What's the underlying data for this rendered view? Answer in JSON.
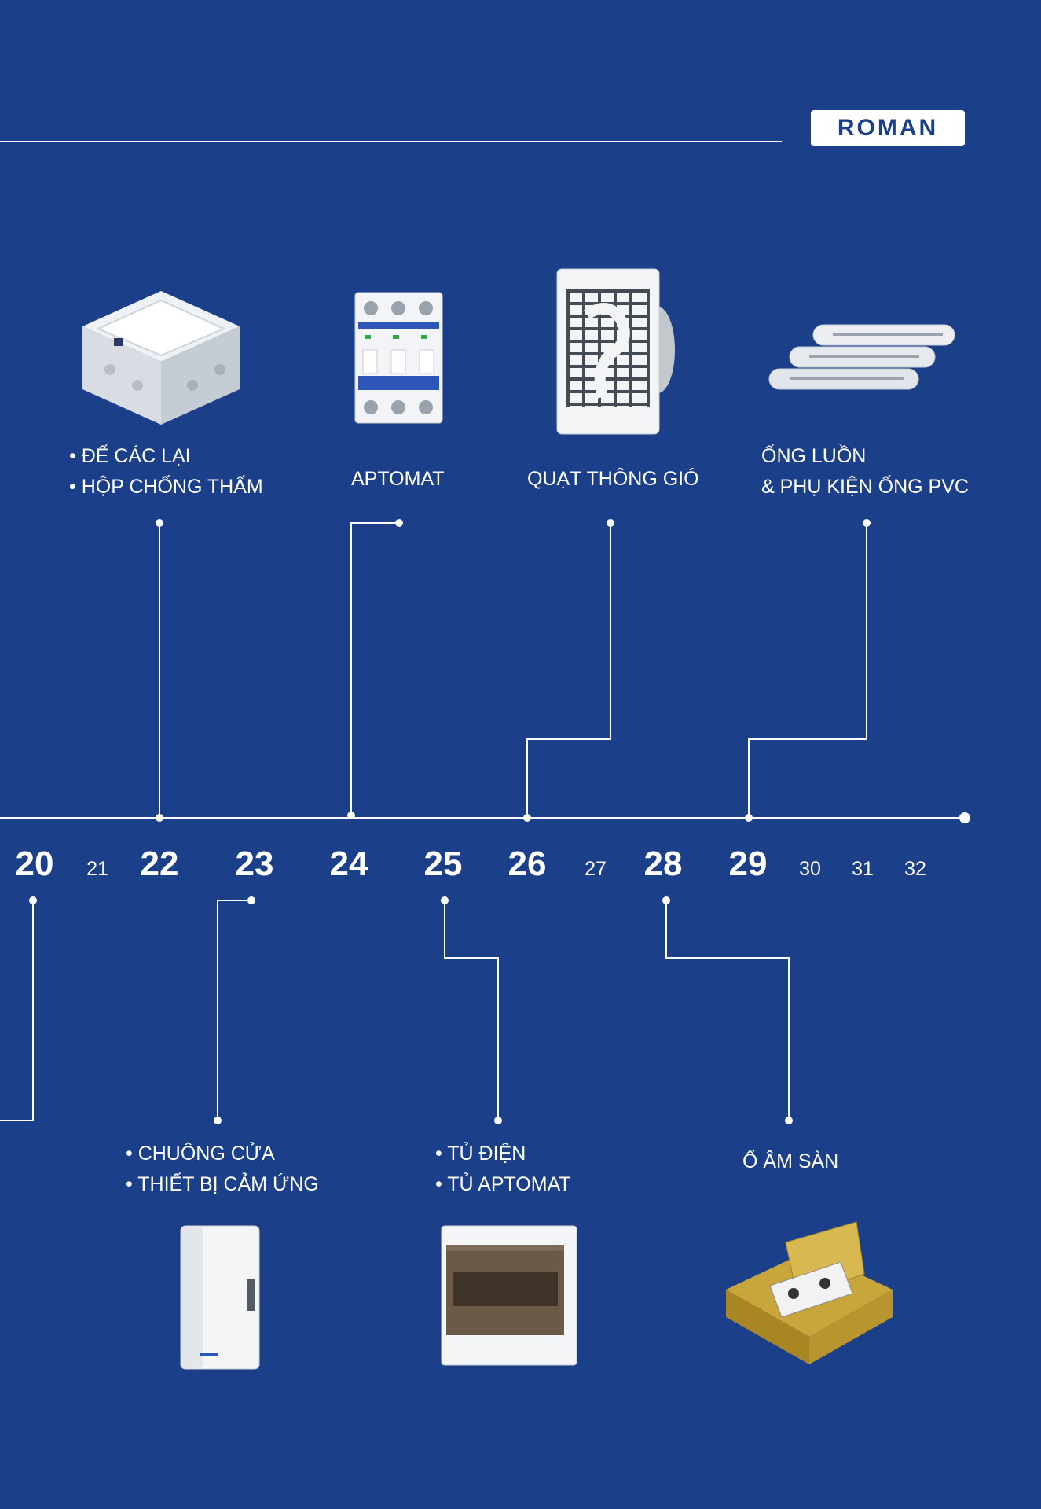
{
  "brand": {
    "logo_text": "ROMAN"
  },
  "colors": {
    "background": "#1c3f8a",
    "line": "#ffffff",
    "accent": "#ffffff"
  },
  "years": [
    {
      "label": "20",
      "major": true
    },
    {
      "label": "21",
      "major": false
    },
    {
      "label": "22",
      "major": true
    },
    {
      "label": "23",
      "major": true
    },
    {
      "label": "24",
      "major": true
    },
    {
      "label": "25",
      "major": true
    },
    {
      "label": "26",
      "major": true
    },
    {
      "label": "27",
      "major": false
    },
    {
      "label": "28",
      "major": true
    },
    {
      "label": "29",
      "major": true
    },
    {
      "label": "30",
      "major": false
    },
    {
      "label": "31",
      "major": false
    },
    {
      "label": "32",
      "major": false
    }
  ],
  "top_products": [
    {
      "lines": [
        "• ĐẾ CÁC LẠI",
        "• HỘP CHỐNG THẤM"
      ],
      "year": "22",
      "icon": "junction-box-icon"
    },
    {
      "lines": [
        "APTOMAT"
      ],
      "year": "24",
      "icon": "circuit-breaker-icon"
    },
    {
      "lines": [
        "QUẠT THÔNG GIÓ"
      ],
      "year": "26",
      "icon": "ventilation-fan-icon"
    },
    {
      "lines": [
        "ỐNG LUỒN",
        "& PHỤ KIỆN ỐNG PVC"
      ],
      "year": "29",
      "icon": "pvc-conduit-pipes-icon"
    }
  ],
  "bottom_products": [
    {
      "lines": [
        "• CHUÔNG CỬA",
        "• THIẾT BỊ CẢM ỨNG"
      ],
      "year": "23",
      "icon": "doorbell-icon"
    },
    {
      "lines": [
        "• TỦ ĐIỆN",
        "• TỦ APTOMAT"
      ],
      "year": "25",
      "icon": "distribution-box-icon"
    },
    {
      "lines": [
        "Ổ ÂM SÀN"
      ],
      "year": "28",
      "icon": "floor-socket-icon"
    }
  ]
}
